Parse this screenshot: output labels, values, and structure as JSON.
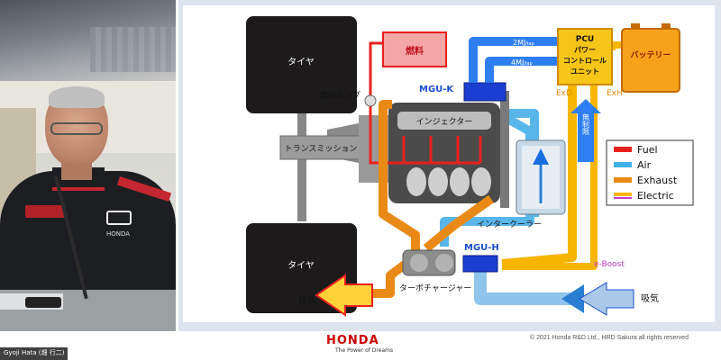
{
  "participant": {
    "name": "Gyoji Hata (畑 行二)"
  },
  "diagram": {
    "tire_top": "タイヤ",
    "tire_bottom": "タイヤ",
    "transmission": "トランスミッション",
    "fuel_tank": "燃料",
    "fuel_pump": "燃料ポンプ",
    "injector": "インジェクター",
    "intercooler": "インタークーラー",
    "turbocharger": "ターボチャージャー",
    "mgu_k": "MGU-K",
    "mgu_h": "MGU-H",
    "pcu": {
      "line1": "PCU",
      "line2": "パワー",
      "line3": "コントロール",
      "line4": "ユニット"
    },
    "battery": "バッテリー",
    "energy_top": "2MJ",
    "energy_bottom": "4MJ",
    "energy_unit": "/lap",
    "exd": "ExD",
    "exh": "ExH",
    "unlimited": "無制限",
    "eboost": "e-Boost",
    "exhaust_out": "排気",
    "intake": "吸気",
    "legend": [
      "Fuel",
      "Air",
      "Exhaust",
      "Electric"
    ]
  },
  "colors": {
    "fuel": "#e8211f",
    "air": "#3fb0e8",
    "exhaust": "#e98a17",
    "electric_orange": "#f7b500",
    "electric_blue": "#1a6fe0",
    "honda_red": "#cc0000"
  },
  "footer": {
    "brand": "HONDA",
    "tagline": "The Power of Dreams",
    "copyright": "© 2021 Honda R&D Ltd., HRD Sakura all rights reserved"
  }
}
